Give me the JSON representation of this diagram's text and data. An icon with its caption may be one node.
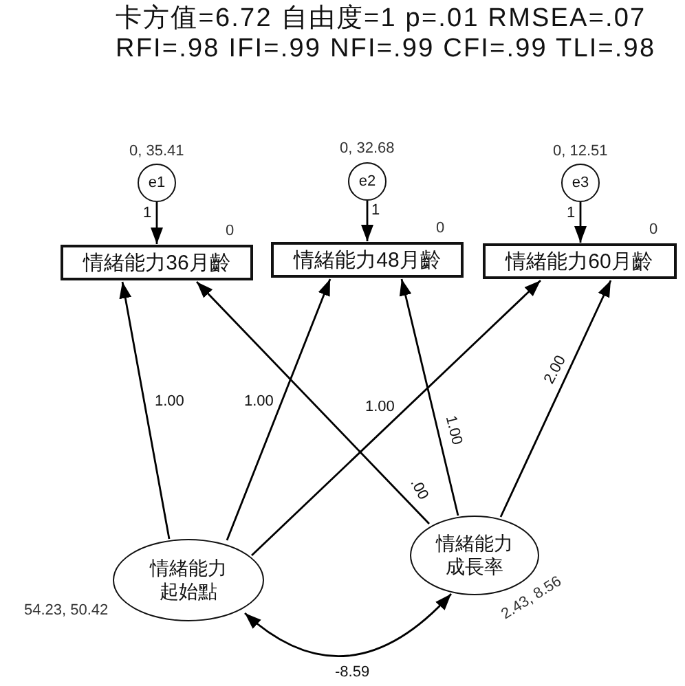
{
  "diagram": {
    "title": "卡方值=6.72 自由度=1 p=.01 RMSEA=.07 RFI=.98 IFI=.99 NFI=.99 CFI=.99 TLI=.98",
    "nodes": [
      {
        "text": [
          "e1"
        ],
        "beside": [
          "0, 35.41"
        ]
      },
      {
        "text": [
          "e2"
        ],
        "beside": [
          "0, 32.68"
        ]
      },
      {
        "text": [
          "e3"
        ],
        "beside": [
          "0, 12.51"
        ]
      },
      {
        "text": [
          "情緒能力36月齡"
        ],
        "beside": [
          "0"
        ]
      },
      {
        "text": [
          "情緒能力48月齡"
        ],
        "beside": [
          "0"
        ]
      },
      {
        "text": [
          "情緒能力60月齡"
        ],
        "beside": [
          "0"
        ]
      },
      {
        "text": [
          "情緒能力起始點"
        ],
        "beside": [
          "54.23, 50.42"
        ]
      },
      {
        "text": [
          "情緒能力成長率"
        ],
        "beside": [
          "2.43, 8.56"
        ]
      }
    ],
    "edges": [
      {
        "from": 0,
        "to": 3,
        "arrow": "to",
        "label": "1"
      },
      {
        "from": 1,
        "to": 4,
        "arrow": "to",
        "label": "1"
      },
      {
        "from": 2,
        "to": 5,
        "arrow": "to",
        "label": "1"
      },
      {
        "from": 6,
        "to": 3,
        "arrow": "to",
        "label": "1.00"
      },
      {
        "from": 6,
        "to": 4,
        "arrow": "to",
        "label": "1.00"
      },
      {
        "from": 6,
        "to": 5,
        "arrow": "to",
        "label": "1.00"
      },
      {
        "from": 7,
        "to": 3,
        "arrow": "to",
        "label": ".00"
      },
      {
        "from": 7,
        "to": 4,
        "arrow": "to",
        "label": "1.00"
      },
      {
        "from": 7,
        "to": 5,
        "arrow": "to",
        "label": "2.00"
      },
      {
        "from": 6,
        "to": 7,
        "arrow": "both",
        "label": "-8.59"
      }
    ]
  }
}
